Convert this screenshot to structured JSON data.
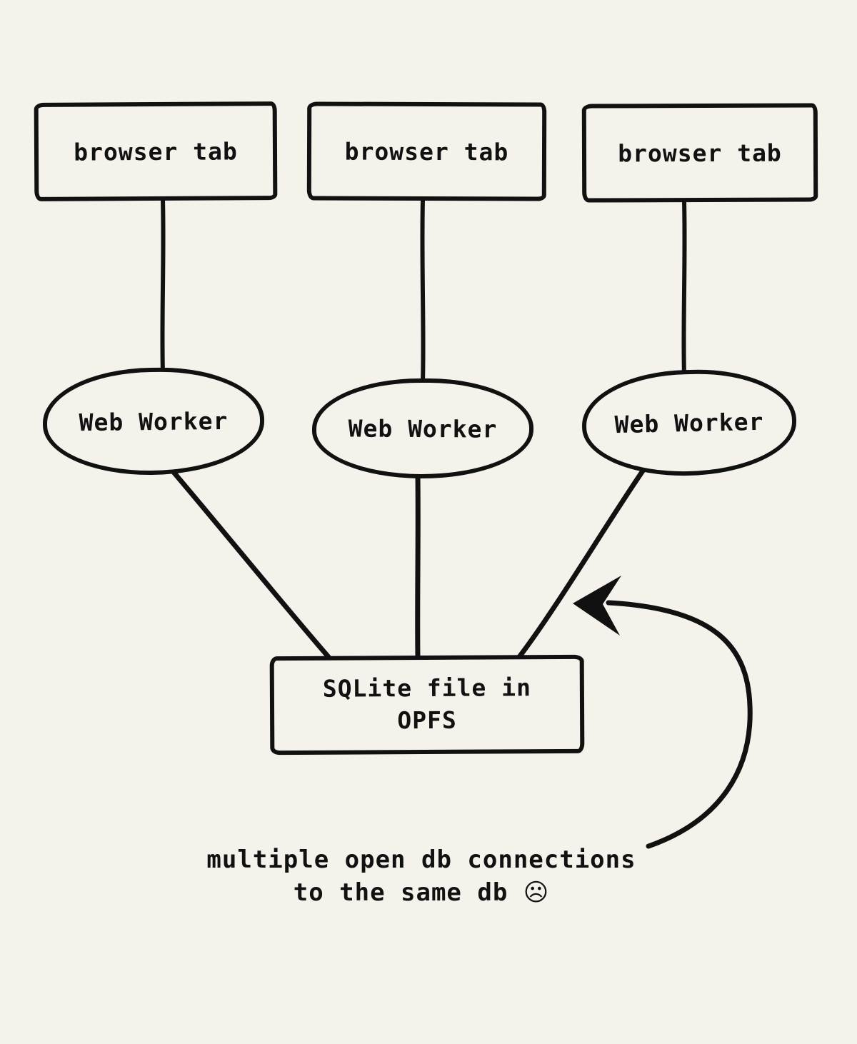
{
  "diagram": {
    "background_color": "#f5f2ec",
    "stroke_color": "#111111",
    "tabs": [
      {
        "label": "browser tab"
      },
      {
        "label": "browser tab"
      },
      {
        "label": "browser tab"
      }
    ],
    "workers": [
      {
        "label": "Web Worker"
      },
      {
        "label": "Web Worker"
      },
      {
        "label": "Web Worker"
      }
    ],
    "database": {
      "line1": "SQLite file in",
      "line2": "OPFS"
    },
    "caption": {
      "line1": "multiple open db connections",
      "line2": "to the same db",
      "emoji": "☹"
    }
  }
}
